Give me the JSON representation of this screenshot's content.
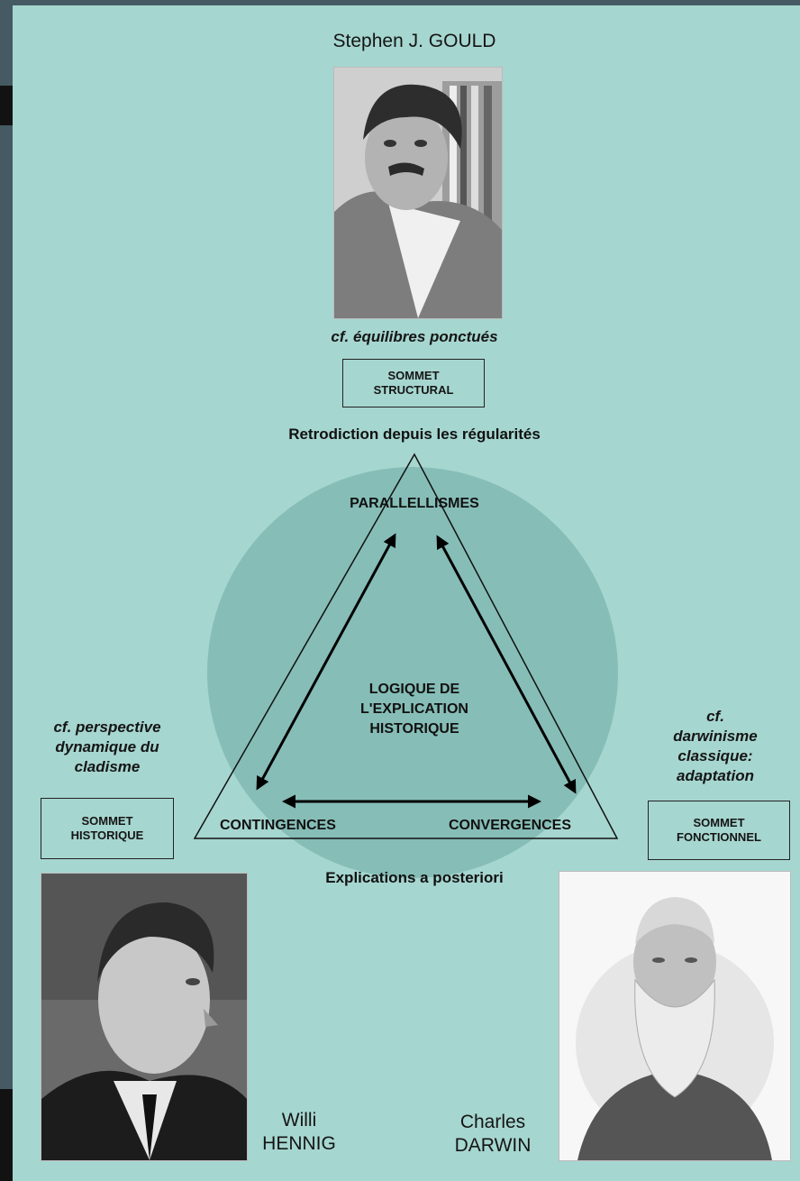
{
  "top_person": {
    "name": "Stephen J. GOULD",
    "note": "cf. équilibres ponctués"
  },
  "boxes": {
    "structural": "SOMMET\nSTRUCTURAL",
    "historical": "SOMMET\nHISTORIQUE",
    "functional": "SOMMET\nFONCTIONNEL"
  },
  "captions": {
    "top": "Retrodiction depuis les régularités",
    "bottom": "Explications a posteriori"
  },
  "vertices": {
    "top": "PARALLELLISMES",
    "left": "CONTINGENCES",
    "right": "CONVERGENCES"
  },
  "center_text": [
    "LOGIQUE DE",
    "L'EXPLICATION",
    "HISTORIQUE"
  ],
  "left_note": [
    "cf. perspective",
    "dynamique du",
    "cladisme"
  ],
  "right_note": [
    "cf.",
    "darwinisme",
    "classique:",
    "adaptation"
  ],
  "hennig": {
    "first": "Willi",
    "last": "HENNIG"
  },
  "darwin": {
    "first": "Charles",
    "last": "DARWIN"
  },
  "colors": {
    "panel": "#a6d6d0",
    "circle": "#86bdb7",
    "frame": "#455a63"
  }
}
